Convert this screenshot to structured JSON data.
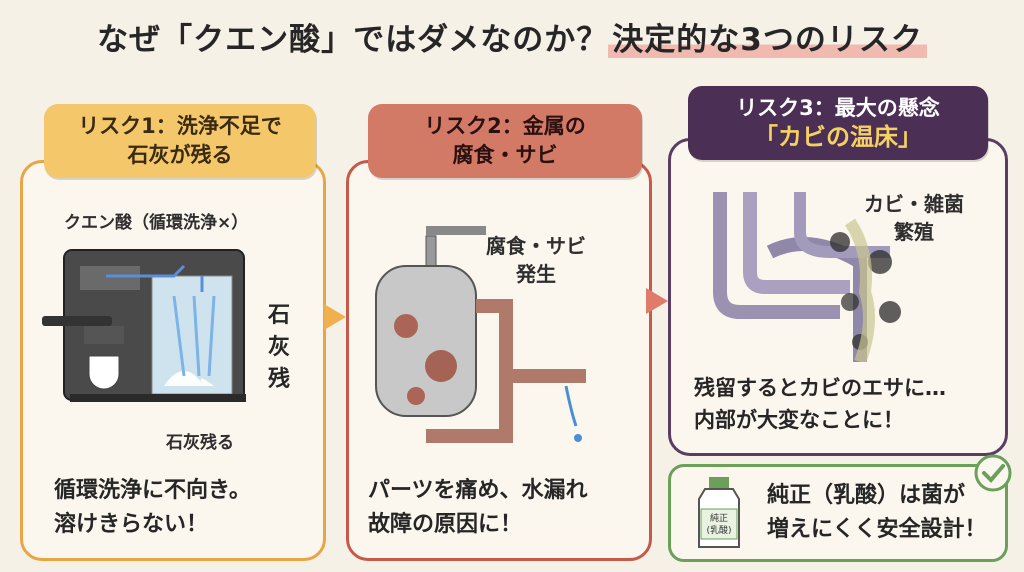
{
  "title": {
    "part1": "なぜ「クエン酸」ではダメなのか？",
    "part2": "決定的な3つのリスク"
  },
  "risk1": {
    "header_line1": "リスク1：洗浄不足で",
    "header_line2": "石灰が残る",
    "label_citric": "クエン酸（循環洗浄×）",
    "label_vertical": "石灰残",
    "label_bottom": "石灰残る",
    "desc_line1": "循環洗浄に不向き。",
    "desc_line2": "溶けきらない！"
  },
  "risk2": {
    "header_line1": "リスク2：金属の",
    "header_line2": "腐食・サビ",
    "label_line1": "腐食・サビ",
    "label_line2": "発生",
    "desc_line1": "パーツを痛め、水漏れ",
    "desc_line2": "故障の原因に！"
  },
  "risk3": {
    "header_line1": "リスク3：最大の懸念",
    "header_line2": "「カビの温床」",
    "label_line1": "カビ・雑菌",
    "label_line2": "繁殖",
    "desc_line1": "残留するとカビのエサに…",
    "desc_line2": "内部が大変なことに！"
  },
  "solution": {
    "bottle_label_line1": "純正",
    "bottle_label_line2": "(乳酸)",
    "text_line1": "純正（乳酸）は菌が",
    "text_line2": "増えにくく安全設計！"
  },
  "colors": {
    "risk1": "#e7a546",
    "risk2": "#c65a4a",
    "risk3": "#5a3d63",
    "solution": "#6b9f5a"
  }
}
